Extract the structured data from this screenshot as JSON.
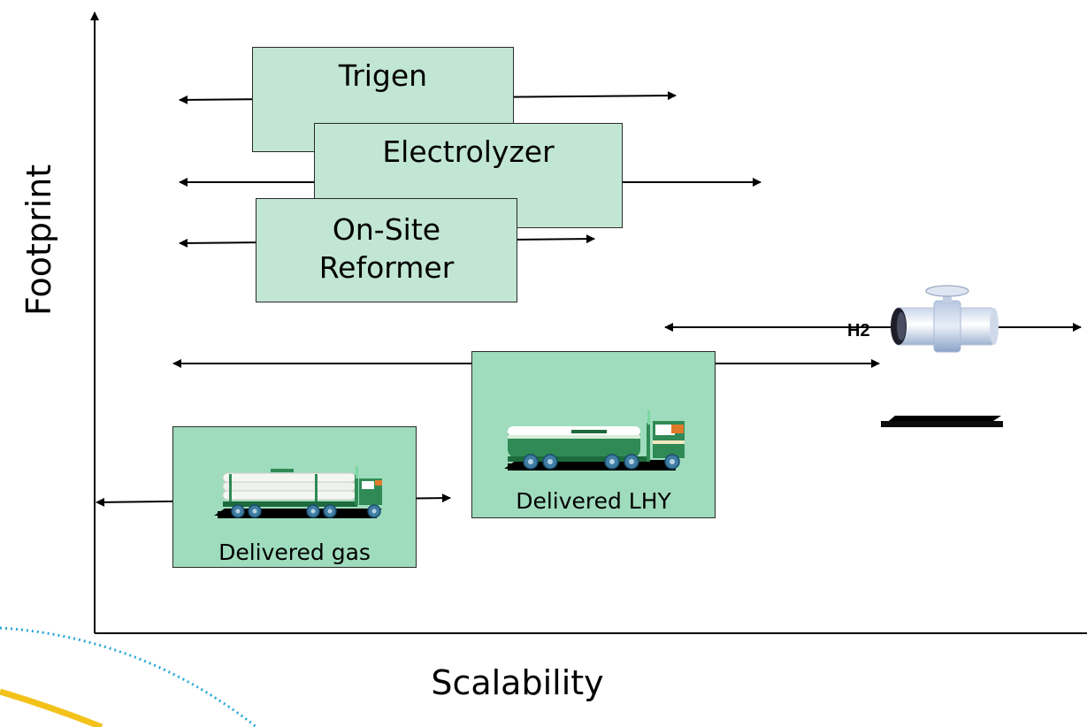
{
  "axes": {
    "y_label": "Footprint",
    "x_label": "Scalability"
  },
  "technologies": {
    "trigen": "Trigen",
    "electrolyzer": "Electrolyzer",
    "onsite_reformer": "On-Site\nReformer",
    "delivered_gas": "Delivered gas",
    "delivered_lhy": "Delivered LHY",
    "pipeline_label": "H2"
  },
  "colors": {
    "box_fill": "#c2e6d4",
    "delivery_box_fill": "#9fdcbd",
    "truck_green": "#2f8a55",
    "truck_dark_green": "#1d6b3c",
    "wheel_blue": "#3f7da3",
    "cab_orange": "#e07a2a",
    "decor_blue_dotted": "#2aa7d8",
    "decor_yellow": "#f3c21a"
  },
  "icons": [
    "gas-tube-trailer-truck-icon",
    "liquid-hydrogen-tanker-truck-icon",
    "pipeline-valve-icon"
  ]
}
